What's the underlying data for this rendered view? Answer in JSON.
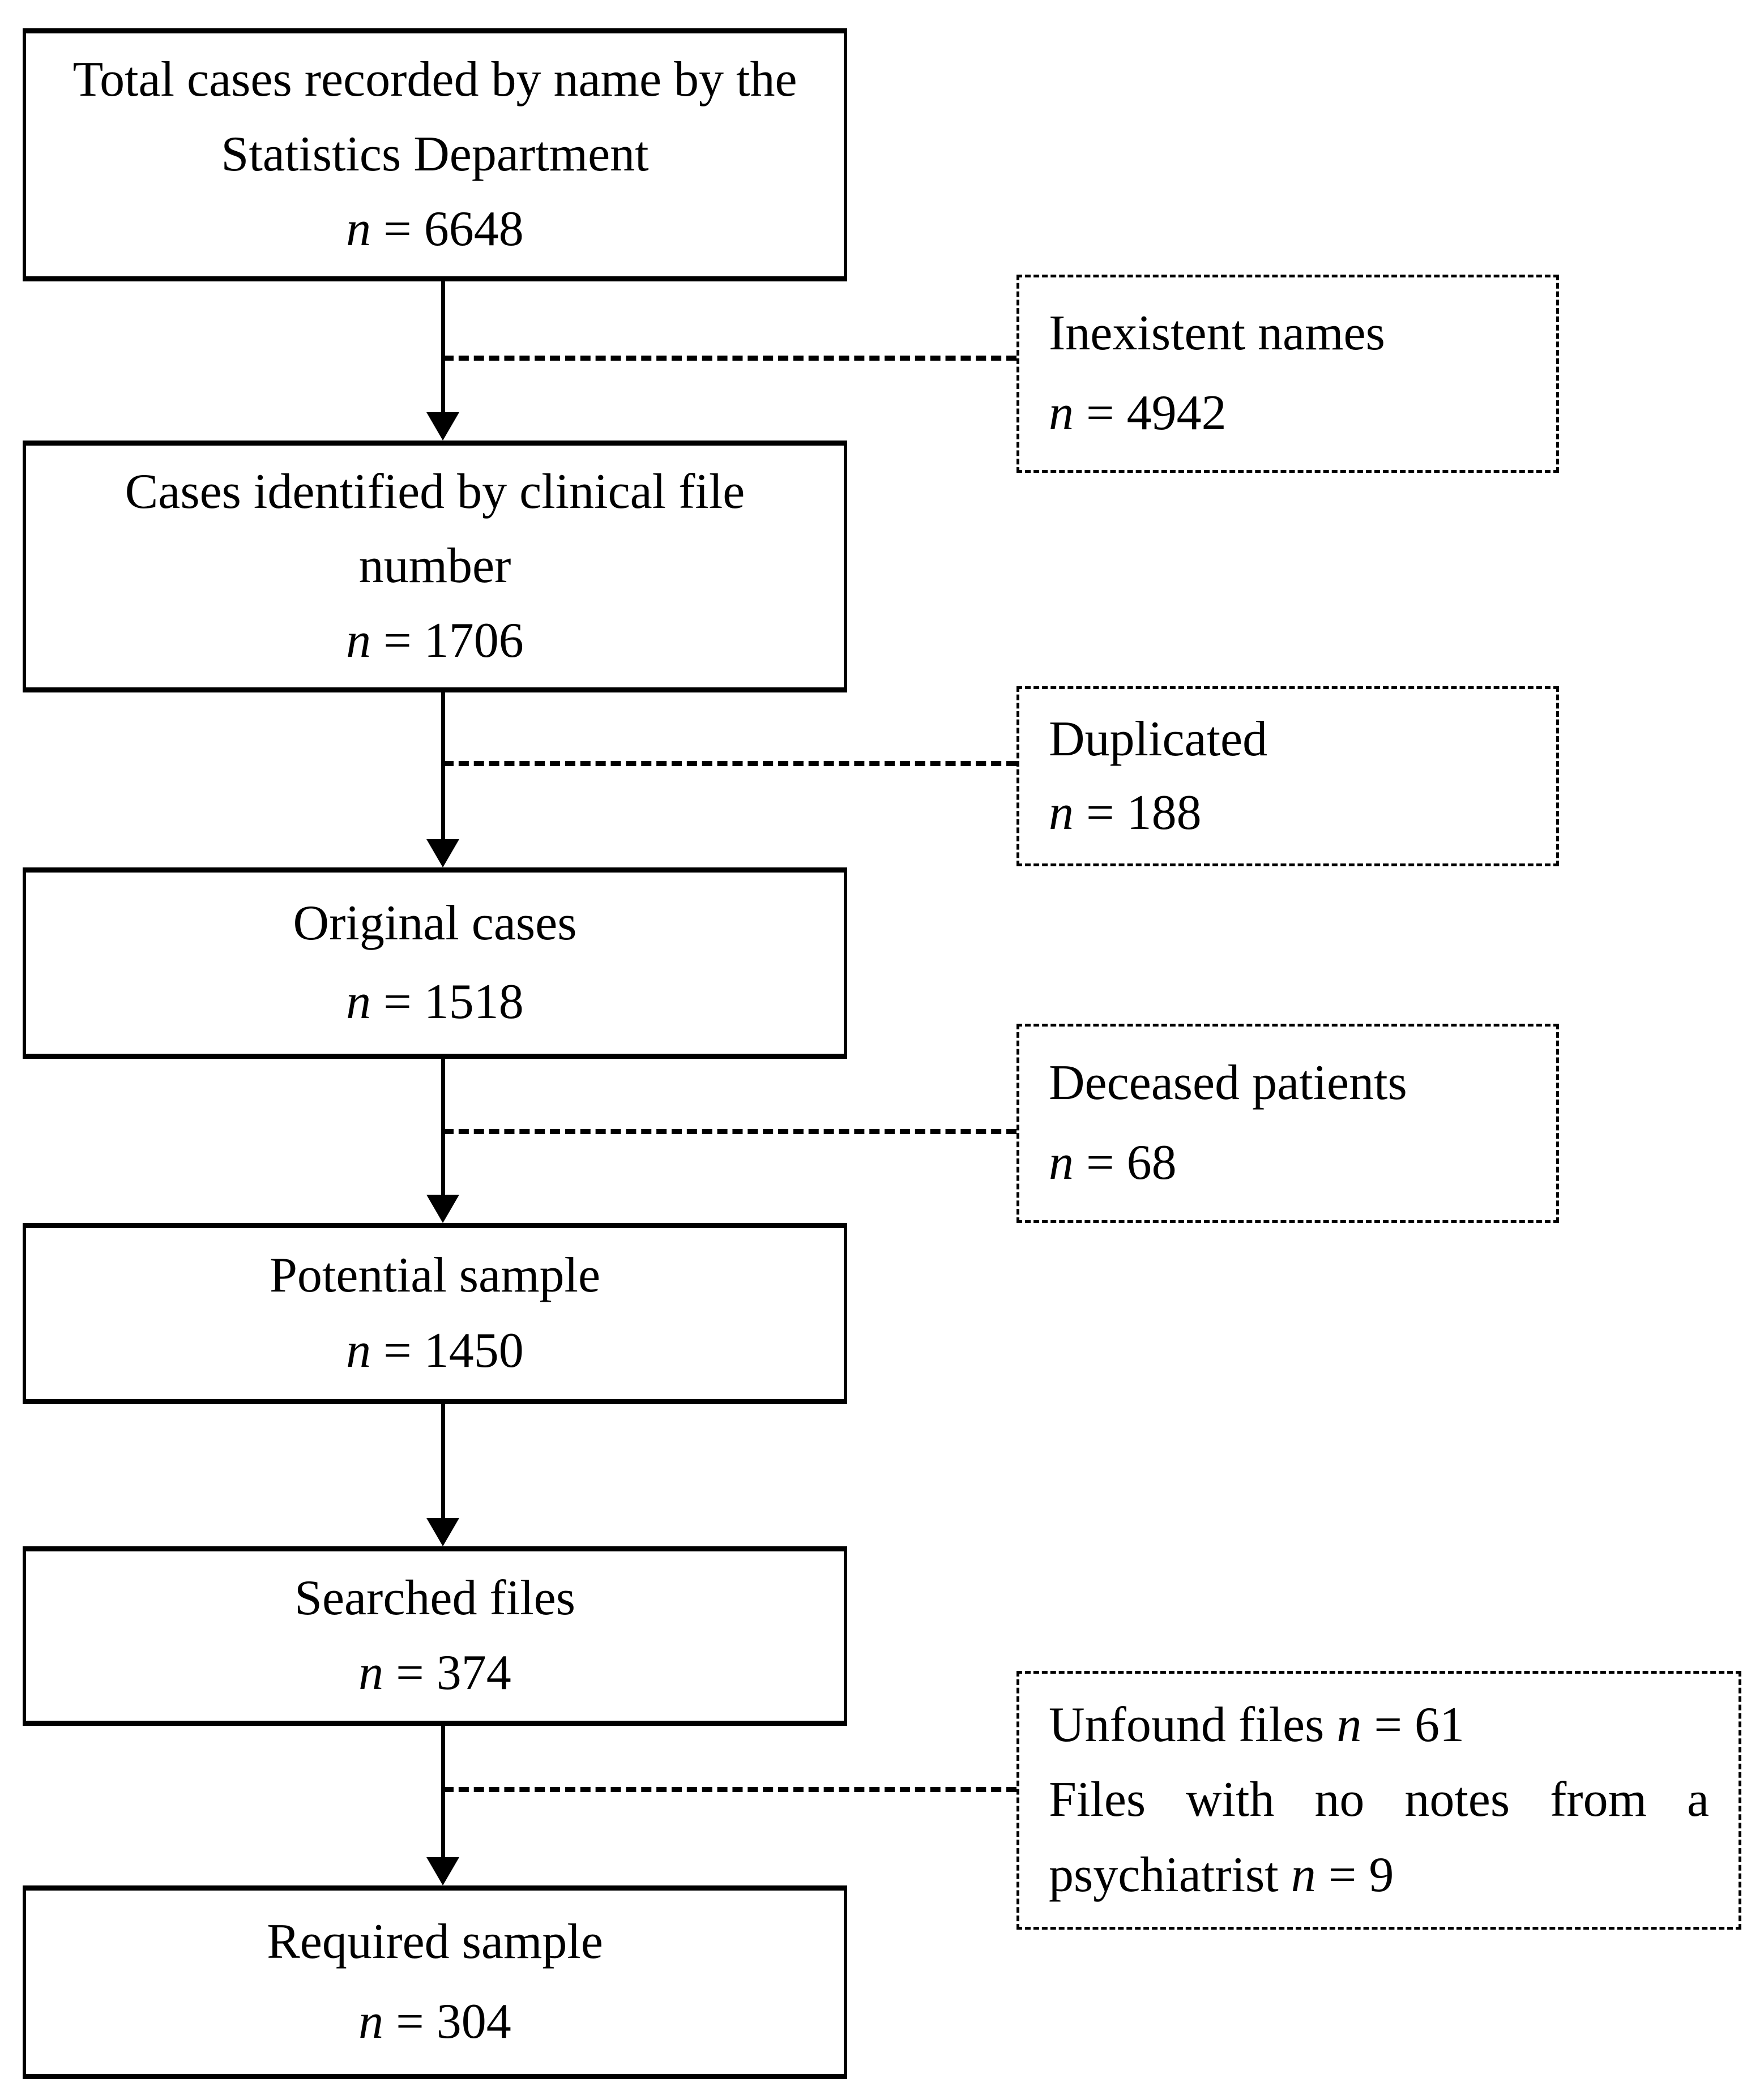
{
  "figure": {
    "type": "study-sample-flow-diagram",
    "colors": {
      "background": "#ffffff",
      "line": "#000000",
      "text": "#000000"
    },
    "main_boxes": [
      {
        "lines": [
          "Total cases recorded by name by the",
          "Statistics Department"
        ],
        "n_var": "n",
        "n_rest": " = 6648"
      },
      {
        "lines": [
          "Cases identified by clinical file",
          "number"
        ],
        "n_var": "n",
        "n_rest": " = 1706"
      },
      {
        "lines": [
          "Original cases"
        ],
        "n_var": "n",
        "n_rest": " = 1518"
      },
      {
        "lines": [
          "Potential sample"
        ],
        "n_var": "n",
        "n_rest": " = 1450"
      },
      {
        "lines": [
          "Searched files"
        ],
        "n_var": "n",
        "n_rest": " = 374"
      },
      {
        "lines": [
          "Required sample"
        ],
        "n_var": "n",
        "n_rest": " = 304"
      }
    ],
    "side_boxes": [
      {
        "label": "Inexistent names",
        "n_var": "n",
        "n_rest": " = 4942"
      },
      {
        "label": "Duplicated",
        "n_var": "n",
        "n_rest": " = 188"
      },
      {
        "label": "Deceased patients",
        "n_var": "n",
        "n_rest": " = 68"
      },
      {
        "line1_pre": "Unfound files ",
        "line1_var": "n",
        "line1_rest": " = 61",
        "line2": "Files with no notes from a",
        "line3_pre": "psychiatrist ",
        "line3_var": "n",
        "line3_rest": " = 9"
      }
    ]
  }
}
